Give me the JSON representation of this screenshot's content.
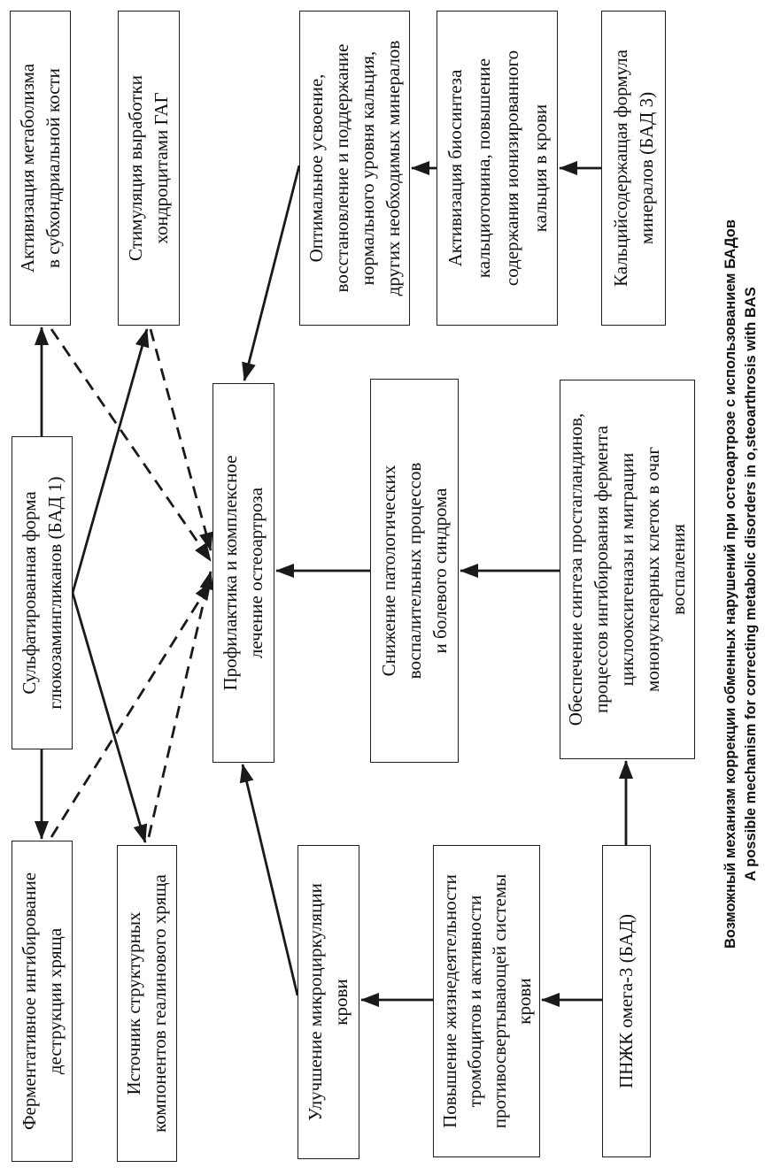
{
  "figure": {
    "background": "#ffffff",
    "line_color": "#1a1a1a",
    "boxes": {
      "bad1": "Сульфатированная форма\nглюкозамингликанов (БАД 1)",
      "bad3": "Кальцийсодержащая формула\nминералов (БАД 3)",
      "omega3": "ПНЖК омега-3 (БАД)",
      "central": "Профилактика и комплексное\nлечение остеоартроза",
      "metabolism": "Активизация метаболизма\nв субхондриальной кости",
      "gag": "Стимуляция выработки\nхондроцитами ГАГ",
      "calcium_level": "Оптимальное усвоение,\nвосстановление и поддержание\nнормального уровня кальция,\nдругих необходимых минералов",
      "calcitonin": "Активизация биосинтеза\nкальциотонина, повышение\nсодержания ионизированного\nкальция в крови",
      "inflammation": "Снижение патологических\nвоспалительных процессов\nи болевого синдрома",
      "prostaglandins": "Обеспечение синтеза простагландинов,\nпроцессов ингибирования фермента\nциклооксигеназы и миграции\nмононуклеарных клеток в очаг\nвоспаления",
      "enzyme_inhibition": "Ферментативное ингибирование\nдеструкции хряща",
      "structural_source": "Источник структурных\nкомпонентов геалинового хряща",
      "microcirculation": "Улучшение микроциркуляции\nкрови",
      "platelets": "Повышение жизнедеятельности\nтромбоцитов и активности\nпротивосвертывающей системы\nкрови"
    },
    "caption": {
      "line1_ru": "Возможный механизм коррекции обменных нарушений при остеоартрозе с использованием БАДов",
      "line2_en": "A possible mechanism for correcting metabolic disorders in o,steoarthrosis with BAS"
    },
    "edges_solid": [
      [
        "bad1",
        "metabolism"
      ],
      [
        "bad1",
        "gag"
      ],
      [
        "bad1",
        "enzyme_inhibition"
      ],
      [
        "bad1",
        "structural_source"
      ],
      [
        "bad3",
        "calcitonin"
      ],
      [
        "calcitonin",
        "calcium_level"
      ],
      [
        "calcium_level",
        "central"
      ],
      [
        "prostaglandins",
        "inflammation"
      ],
      [
        "inflammation",
        "central"
      ],
      [
        "omega3",
        "prostaglandins"
      ],
      [
        "omega3",
        "platelets"
      ],
      [
        "platelets",
        "microcirculation"
      ],
      [
        "microcirculation",
        "central"
      ]
    ],
    "edges_dashed": [
      [
        "metabolism",
        "central"
      ],
      [
        "gag",
        "central"
      ],
      [
        "enzyme_inhibition",
        "central"
      ],
      [
        "structural_source",
        "central"
      ]
    ]
  }
}
